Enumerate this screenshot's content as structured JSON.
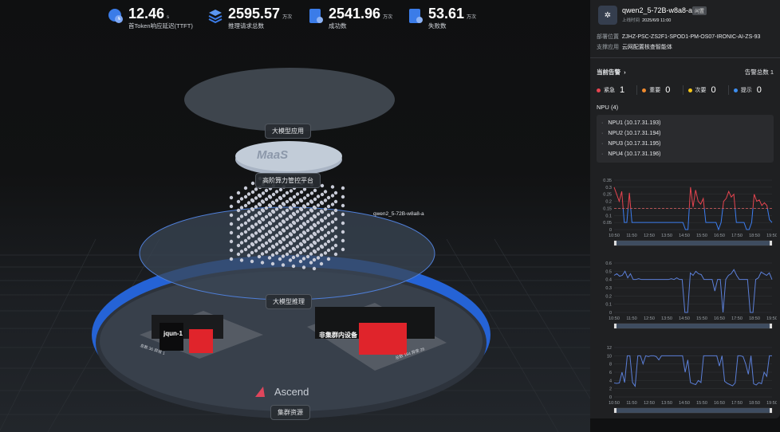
{
  "kpis": [
    {
      "icon": "globe-clock-icon",
      "value": "12.46",
      "unit": "s",
      "label": "首Token响应延迟(TTFT)"
    },
    {
      "icon": "layers-icon",
      "value": "2595.57",
      "unit": "万次",
      "label": "推理请求总数"
    },
    {
      "icon": "doc-check-icon",
      "value": "2541.96",
      "unit": "万次",
      "label": "成功数"
    },
    {
      "icon": "doc-fail-icon",
      "value": "53.61",
      "unit": "万次",
      "label": "失败数"
    }
  ],
  "diagram": {
    "app_layer": "大模型应用",
    "maas_logo": "MaaS",
    "platform_layer": "高阶算力管控平台",
    "inference_layer": "大模型推理",
    "selected_model": "qwen2_5-72B-w8a8-a",
    "cluster_left_label": "jqun-1",
    "cluster_right_label": "非集群内设备",
    "resource_layer": "集群资源",
    "brand": "Ascend",
    "left_stats": "总数 36 异常 1",
    "right_stats": "总数 164 异常 26"
  },
  "panel": {
    "model_name": "qwen2_5-72B-w8a8-a",
    "badge": "闲置",
    "online_label": "上线时间",
    "online_time": "2025/6/9 11:00",
    "deploy_label": "部署位置",
    "deploy_value": "ZJHZ-PSC-ZS2F1-SPOD1-PM-OS07-IRONIC-AI-ZS-93",
    "support_label": "支撑应用",
    "support_value": "云网配置核查智能体",
    "alarm_title": "当前告警",
    "alarm_total_label": "告警总数",
    "alarm_total": "1",
    "alarms": [
      {
        "label": "紧急",
        "count": "1",
        "color": "#e5444f"
      },
      {
        "label": "重要",
        "count": "0",
        "color": "#f08a2e"
      },
      {
        "label": "次要",
        "count": "0",
        "color": "#f5c518"
      },
      {
        "label": "提示",
        "count": "0",
        "color": "#3d8ef0"
      }
    ],
    "npu_title": "NPU",
    "npu_count": "(4)",
    "npus": [
      "NPU1 (10.17.31.193)",
      "NPU2 (10.17.31.194)",
      "NPU3 (10.17.31.195)",
      "NPU4 (10.17.31.196)"
    ]
  },
  "chart_data": [
    {
      "type": "line",
      "title": "",
      "x": [
        "10:50",
        "11:50",
        "12:50",
        "13:50",
        "14:50",
        "15:50",
        "16:50",
        "17:50",
        "18:50",
        "19:50"
      ],
      "ylim": [
        0,
        0.35
      ],
      "yticks": [
        "0",
        "0.05",
        "0.1",
        "0.15",
        "0.2",
        "0.25",
        "0.3",
        "0.35"
      ],
      "threshold": 0.15,
      "series": [
        {
          "name": "series1",
          "values": [
            0.3,
            0.25,
            0.2,
            0.27,
            0.05,
            0.05,
            0.26,
            0.05,
            0.05,
            0.05,
            0.05,
            0.05,
            0.05,
            0.05,
            0.05,
            0.05,
            0.05,
            0.05,
            0.05,
            0.05,
            0.05,
            0.05,
            0.05,
            0.05,
            0.05,
            0.05,
            0.05,
            0.05,
            0.0,
            0.0,
            0.3,
            0.16,
            0.28,
            0.2,
            0.18,
            0.22,
            0.05,
            0.05,
            0.05,
            0.05,
            0.05,
            0.0,
            0.05,
            0.2,
            0.22,
            0.27,
            0.23,
            0.25,
            0.05,
            0.05,
            0.05,
            0.05,
            0.0,
            0.0,
            0.05,
            0.25,
            0.2,
            0.21,
            0.17,
            0.19,
            0.17,
            0.07,
            0.05
          ]
        }
      ]
    },
    {
      "type": "line",
      "title": "",
      "x": [
        "10:50",
        "11:50",
        "12:50",
        "13:50",
        "14:50",
        "15:50",
        "16:50",
        "17:50",
        "18:50",
        "19:50"
      ],
      "ylim": [
        0,
        0.6
      ],
      "yticks": [
        "0",
        "0.1",
        "0.2",
        "0.3",
        "0.4",
        "0.5",
        "0.6"
      ],
      "series": [
        {
          "name": "series1",
          "values": [
            0.45,
            0.47,
            0.44,
            0.45,
            0.5,
            0.42,
            0.47,
            0.4,
            0.4,
            0.41,
            0.4,
            0.4,
            0.4,
            0.4,
            0.4,
            0.4,
            0.4,
            0.4,
            0.4,
            0.4,
            0.4,
            0.41,
            0.4,
            0.42,
            0.4,
            0.4,
            0.0,
            0.0,
            0.48,
            0.45,
            0.5,
            0.47,
            0.46,
            0.4,
            0.4,
            0.4,
            0.4,
            0.26,
            0.4,
            0.4,
            0.0,
            0.4,
            0.45,
            0.47,
            0.52,
            0.45,
            0.4,
            0.4,
            0.4,
            0.4,
            0.0,
            0.0,
            0.4,
            0.42,
            0.49,
            0.47,
            0.45,
            0.48,
            0.4
          ]
        }
      ]
    },
    {
      "type": "line",
      "title": "",
      "x": [
        "10:50",
        "11:50",
        "12:50",
        "13:50",
        "14:50",
        "15:50",
        "16:50",
        "17:50",
        "18:50",
        "19:50"
      ],
      "ylim": [
        0,
        12
      ],
      "yticks": [
        "0",
        "2",
        "4",
        "6",
        "8",
        "10",
        "12"
      ],
      "series": [
        {
          "name": "series1",
          "values": [
            3.4,
            3.3,
            3.4,
            6,
            3.5,
            10,
            10,
            3.5,
            2.6,
            10,
            10,
            8,
            10,
            9.8,
            10,
            10,
            9.8,
            9,
            10,
            10,
            10,
            10,
            10,
            10,
            10,
            10,
            10,
            6,
            9,
            3.5,
            3.2,
            3,
            4,
            3.5,
            10,
            10,
            10,
            10,
            10,
            10,
            7.5,
            10,
            3.8,
            3.3,
            3,
            2.7,
            3.4,
            10,
            10,
            9.8,
            8,
            5.5,
            10,
            3.2,
            2.9,
            3.5,
            3.2,
            6,
            5,
            10,
            10
          ]
        }
      ]
    }
  ]
}
